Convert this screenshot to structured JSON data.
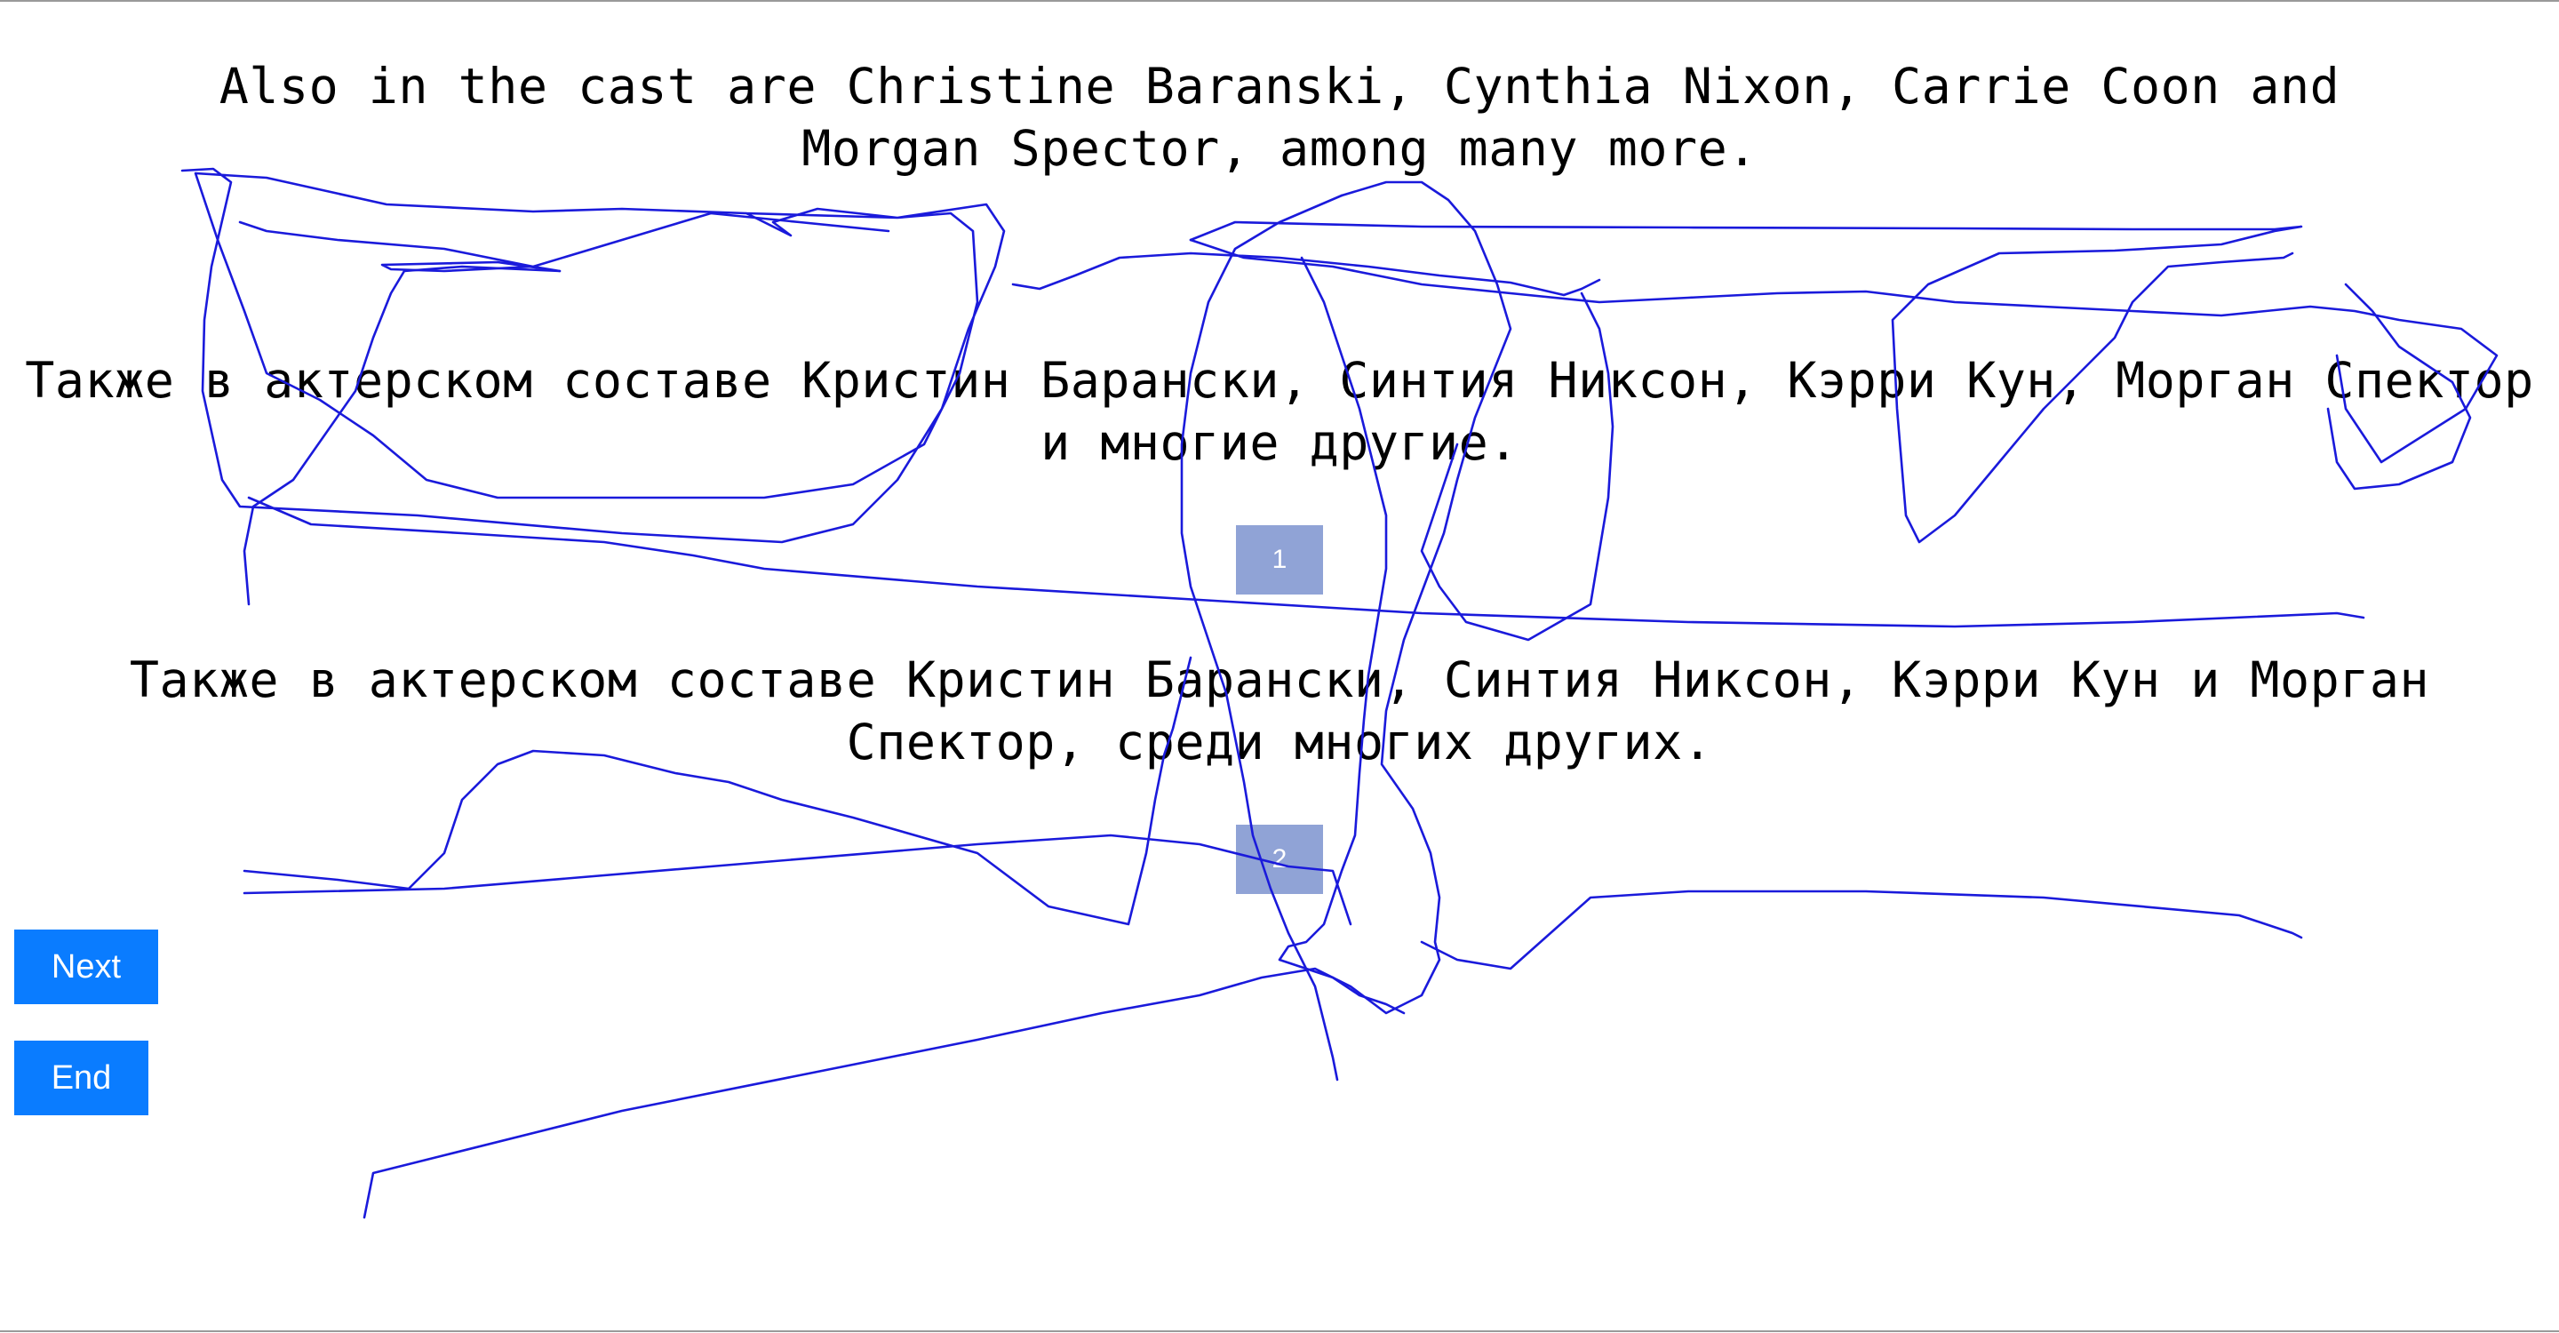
{
  "source": {
    "text": "Also in the cast are Christine Baranski, Cynthia Nixon, Carrie Coon and Morgan Spector, among many more."
  },
  "translations": [
    {
      "text": "Также в актерском составе Кристин Барански, Синтия Никсон, Кэрри Кун, Морган Спектор и многие другие.",
      "rank": "1"
    },
    {
      "text": "Также в актерском составе Кристин Барански, Синтия Никсон, Кэрри Кун и Морган Спектор, среди многих других.",
      "rank": "2"
    }
  ],
  "buttons": {
    "next_label": "Next",
    "end_label": "End"
  },
  "colors": {
    "button": "#0a7cff",
    "rank_badge": "#8a9fd6",
    "scribble": "#1a1adb"
  }
}
